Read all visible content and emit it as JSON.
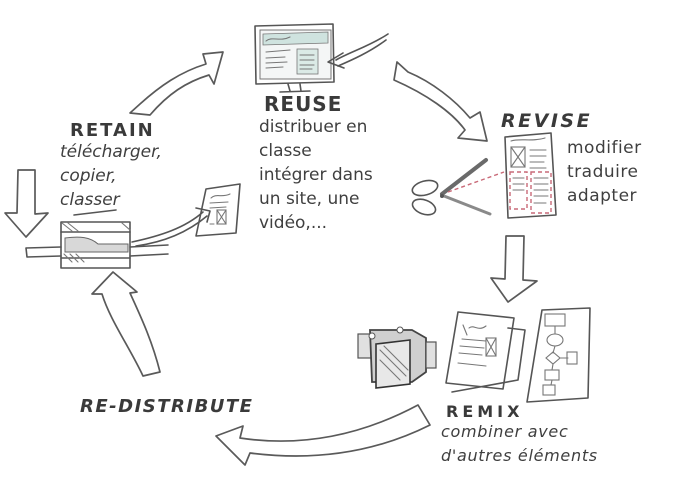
{
  "diagram": {
    "colors": {
      "ink": "#555555",
      "text": "#3d3d3d",
      "accent_red": "#c96a78",
      "screen_teal": "#cfe3df"
    },
    "stages": {
      "retain": {
        "title": "RETAIN",
        "lines": [
          "télécharger,",
          "copier,",
          "classer"
        ],
        "icons": [
          "copier-machine-icon",
          "document-icon",
          "down-arrow-icon"
        ]
      },
      "reuse": {
        "title": "REUSE",
        "lines": [
          "distribuer en",
          "classe",
          "intégrer dans",
          "un site, une",
          "vidéo,..."
        ],
        "icons": [
          "monitor-icon"
        ]
      },
      "revise": {
        "title": "REVISE",
        "lines": [
          "modifier",
          "traduire",
          "adapter"
        ],
        "icons": [
          "scissors-icon",
          "document-icon"
        ]
      },
      "remix": {
        "title": "REMIX",
        "lines": [
          "combiner avec",
          "d'autres éléments"
        ],
        "icons": [
          "camera-icon",
          "document-icon",
          "flowchart-icon"
        ]
      },
      "redistribute": {
        "title": "RE-DISTRIBUTE"
      }
    },
    "flow": [
      "retain",
      "reuse",
      "revise",
      "remix",
      "redistribute"
    ]
  }
}
